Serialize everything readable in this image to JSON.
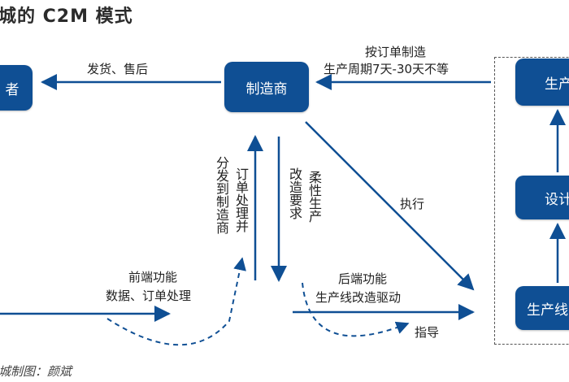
{
  "title": "城的 C2M 模式",
  "caption": "城制图：颜斌",
  "colors": {
    "box": "#0f4f94",
    "arrow": "#0f4f94"
  },
  "nodes": {
    "consumer_partial": "者",
    "manufacturer": "制造商",
    "right_top_partial": "生产",
    "right_mid_partial": "设计",
    "right_bottom_partial": "生产线"
  },
  "labels": {
    "ship": "发货、售后",
    "order_make": "按订单制造",
    "cycle": "生产周期7天-30天不等",
    "execute": "执行",
    "front_title": "前端功能",
    "front_desc": "数据、订单处理",
    "back_title": "后端功能",
    "back_desc": "生产线改造驱动",
    "guide": "指导",
    "v_order_process": "订单处理并",
    "v_dispatch": "分发到制造商",
    "v_renovate": "改造要求",
    "v_flex": "柔性生产"
  }
}
